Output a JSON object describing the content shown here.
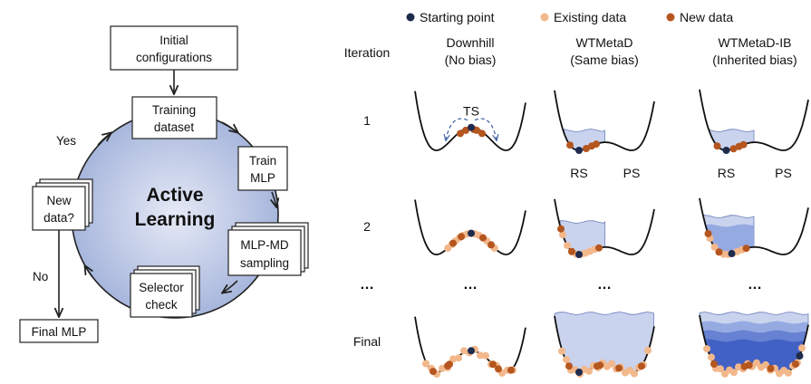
{
  "flowchart": {
    "initial": [
      "Initial",
      "configurations"
    ],
    "training": [
      "Training",
      "dataset"
    ],
    "train_mlp": [
      "Train",
      "MLP"
    ],
    "mlp_md": [
      "MLP-MD",
      "sampling"
    ],
    "selector": [
      "Selector",
      "check"
    ],
    "new_data": [
      "New",
      "data?"
    ],
    "final_mlp": "Final MLP",
    "yes": "Yes",
    "no": "No",
    "center": [
      "Active",
      "Learning"
    ]
  },
  "legend": [
    {
      "label": "Starting point",
      "color": "#1e2b4d"
    },
    {
      "label": "Existing data",
      "color": "#f2b88c"
    },
    {
      "label": "New data",
      "color": "#b5561f"
    }
  ],
  "grid": {
    "row_header": "Iteration",
    "rows": [
      "1",
      "2",
      "…",
      "Final"
    ],
    "columns": [
      {
        "title": "Downhill",
        "subtitle": "(No bias)"
      },
      {
        "title": "WTMetaD",
        "subtitle": "(Same bias)"
      },
      {
        "title": "WTMetaD-IB",
        "subtitle": "(Inherited bias)"
      }
    ],
    "ellipsis": "…",
    "ts_label": "TS",
    "rs_label": "RS",
    "ps_label": "PS"
  },
  "colors": {
    "circle_fill_center": "#dde3f3",
    "circle_fill_edge": "#9aabd6",
    "bias_light": "#c9d3ee",
    "bias_dark": "#3c5cc2"
  }
}
